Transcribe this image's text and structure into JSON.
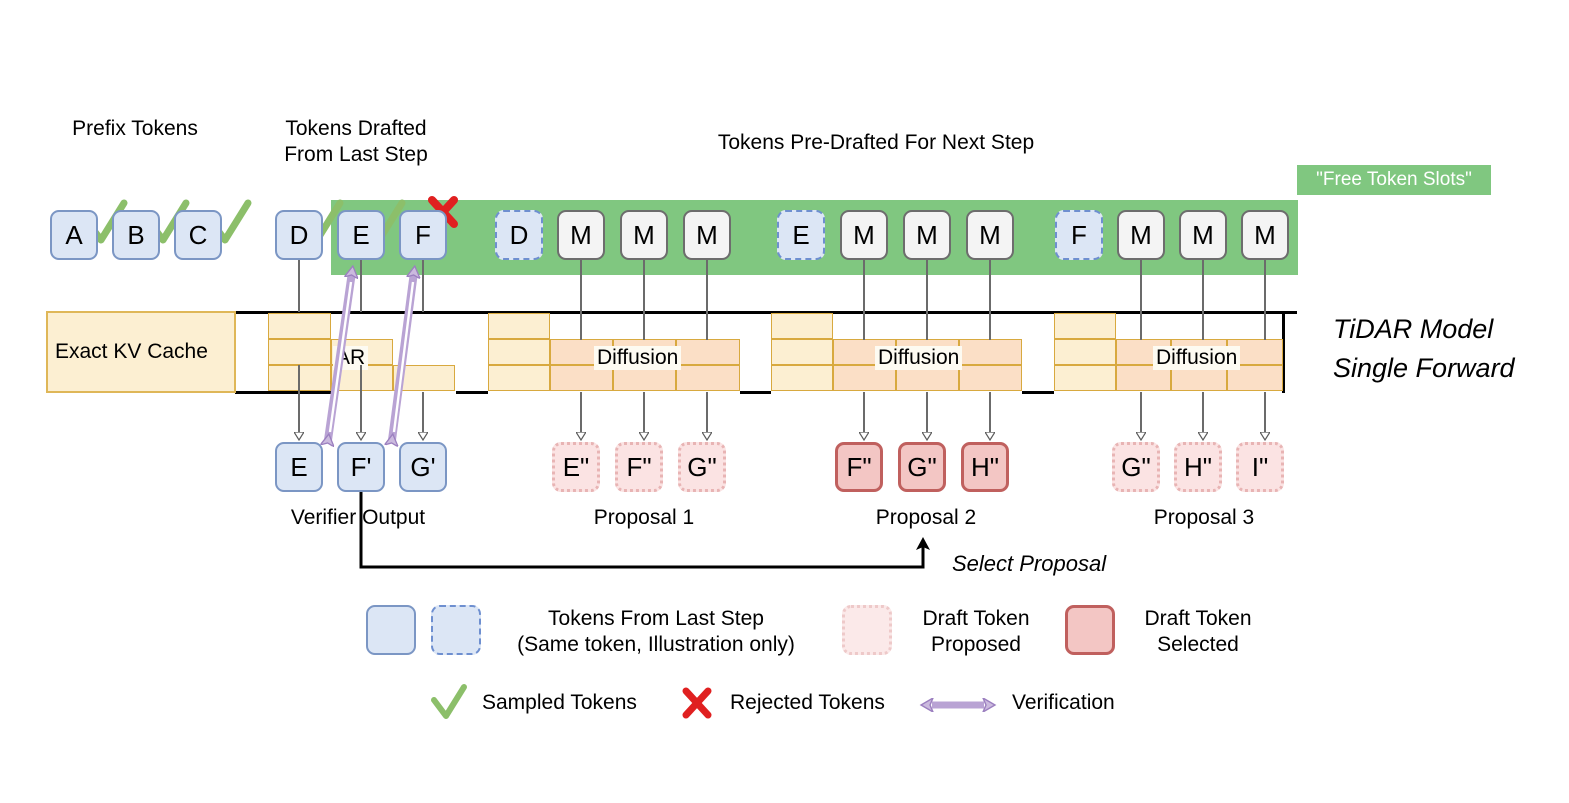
{
  "figure": {
    "headings": {
      "prefix": "Prefix Tokens",
      "drafted_line1": "Tokens Drafted",
      "drafted_line2": "From Last Step",
      "predrafted": "Tokens Pre-Drafted For Next Step",
      "free_slots": "\"Free Token Slots\"",
      "model_line1": "TiDAR Model",
      "model_line2": "Single Forward"
    },
    "top_row": {
      "prefix_tokens": [
        {
          "label": "A",
          "style": "blue",
          "mark": "check"
        },
        {
          "label": "B",
          "style": "blue",
          "mark": "check"
        },
        {
          "label": "C",
          "style": "blue",
          "mark": "check"
        }
      ],
      "drafted_tokens": [
        {
          "label": "D",
          "style": "blue",
          "mark": "check"
        },
        {
          "label": "E",
          "style": "blue",
          "mark": "check"
        },
        {
          "label": "F",
          "style": "blue",
          "mark": "cross"
        }
      ],
      "predraft_groups": [
        {
          "anchor": {
            "label": "D",
            "style": "blued"
          },
          "masks": [
            {
              "label": "M"
            },
            {
              "label": "M"
            },
            {
              "label": "M"
            }
          ]
        },
        {
          "anchor": {
            "label": "E",
            "style": "blued"
          },
          "masks": [
            {
              "label": "M"
            },
            {
              "label": "M"
            },
            {
              "label": "M"
            }
          ]
        },
        {
          "anchor": {
            "label": "F",
            "style": "blued"
          },
          "masks": [
            {
              "label": "M"
            },
            {
              "label": "M"
            },
            {
              "label": "M"
            }
          ]
        }
      ]
    },
    "mask_matrix": {
      "kv_cache_label": "Exact KV Cache",
      "ar_label": "AR",
      "diffusion_labels": [
        "Diffusion",
        "Diffusion",
        "Diffusion"
      ]
    },
    "outputs": {
      "verifier": {
        "caption": "Verifier Output",
        "tokens": [
          {
            "label": "E",
            "style": "blue"
          },
          {
            "label": "F'",
            "style": "blue"
          },
          {
            "label": "G'",
            "style": "blue"
          }
        ]
      },
      "proposals": [
        {
          "caption": "Proposal 1",
          "tokens": [
            {
              "label": "E\"",
              "style": "prop"
            },
            {
              "label": "F\"",
              "style": "prop"
            },
            {
              "label": "G\"",
              "style": "prop"
            }
          ]
        },
        {
          "caption": "Proposal 2",
          "tokens": [
            {
              "label": "F\"",
              "style": "sel"
            },
            {
              "label": "G\"",
              "style": "sel"
            },
            {
              "label": "H\"",
              "style": "sel"
            }
          ]
        },
        {
          "caption": "Proposal 3",
          "tokens": [
            {
              "label": "G\"",
              "style": "prop"
            },
            {
              "label": "H\"",
              "style": "prop"
            },
            {
              "label": "I\"",
              "style": "prop"
            }
          ]
        }
      ],
      "select_proposal_label": "Select Proposal"
    },
    "legend": {
      "row1": [
        {
          "swatches": [
            "blue",
            "blued"
          ],
          "line1": "Tokens From Last Step",
          "line2": "(Same token, Illustration only)"
        },
        {
          "swatches": [
            "prop"
          ],
          "line1": "Draft Token",
          "line2": "Proposed"
        },
        {
          "swatches": [
            "sel"
          ],
          "line1": "Draft Token",
          "line2": "Selected"
        }
      ],
      "row2": [
        {
          "icon": "check-icon",
          "label": "Sampled Tokens"
        },
        {
          "icon": "cross-icon",
          "label": "Rejected Tokens"
        },
        {
          "icon": "double-arrow-icon",
          "label": "Verification"
        }
      ]
    },
    "colors": {
      "token_blue_fill": "#dce6f5",
      "token_blue_border": "#7b96c4",
      "mask_fill": "#f4f4f4",
      "mask_border": "#6d6d6d",
      "green_band": "#80c780",
      "kv_yellow_fill": "#fcefd2",
      "kv_border": "#dfb758",
      "diffusion_fill": "#fbdfc6",
      "proposed_fill": "#fbe3e3",
      "selected_fill": "#f3c6c4",
      "selected_border": "#c0605e",
      "check_green": "#8cbf6a",
      "cross_red": "#e02020",
      "verify_purple": "#a98cc8"
    }
  }
}
